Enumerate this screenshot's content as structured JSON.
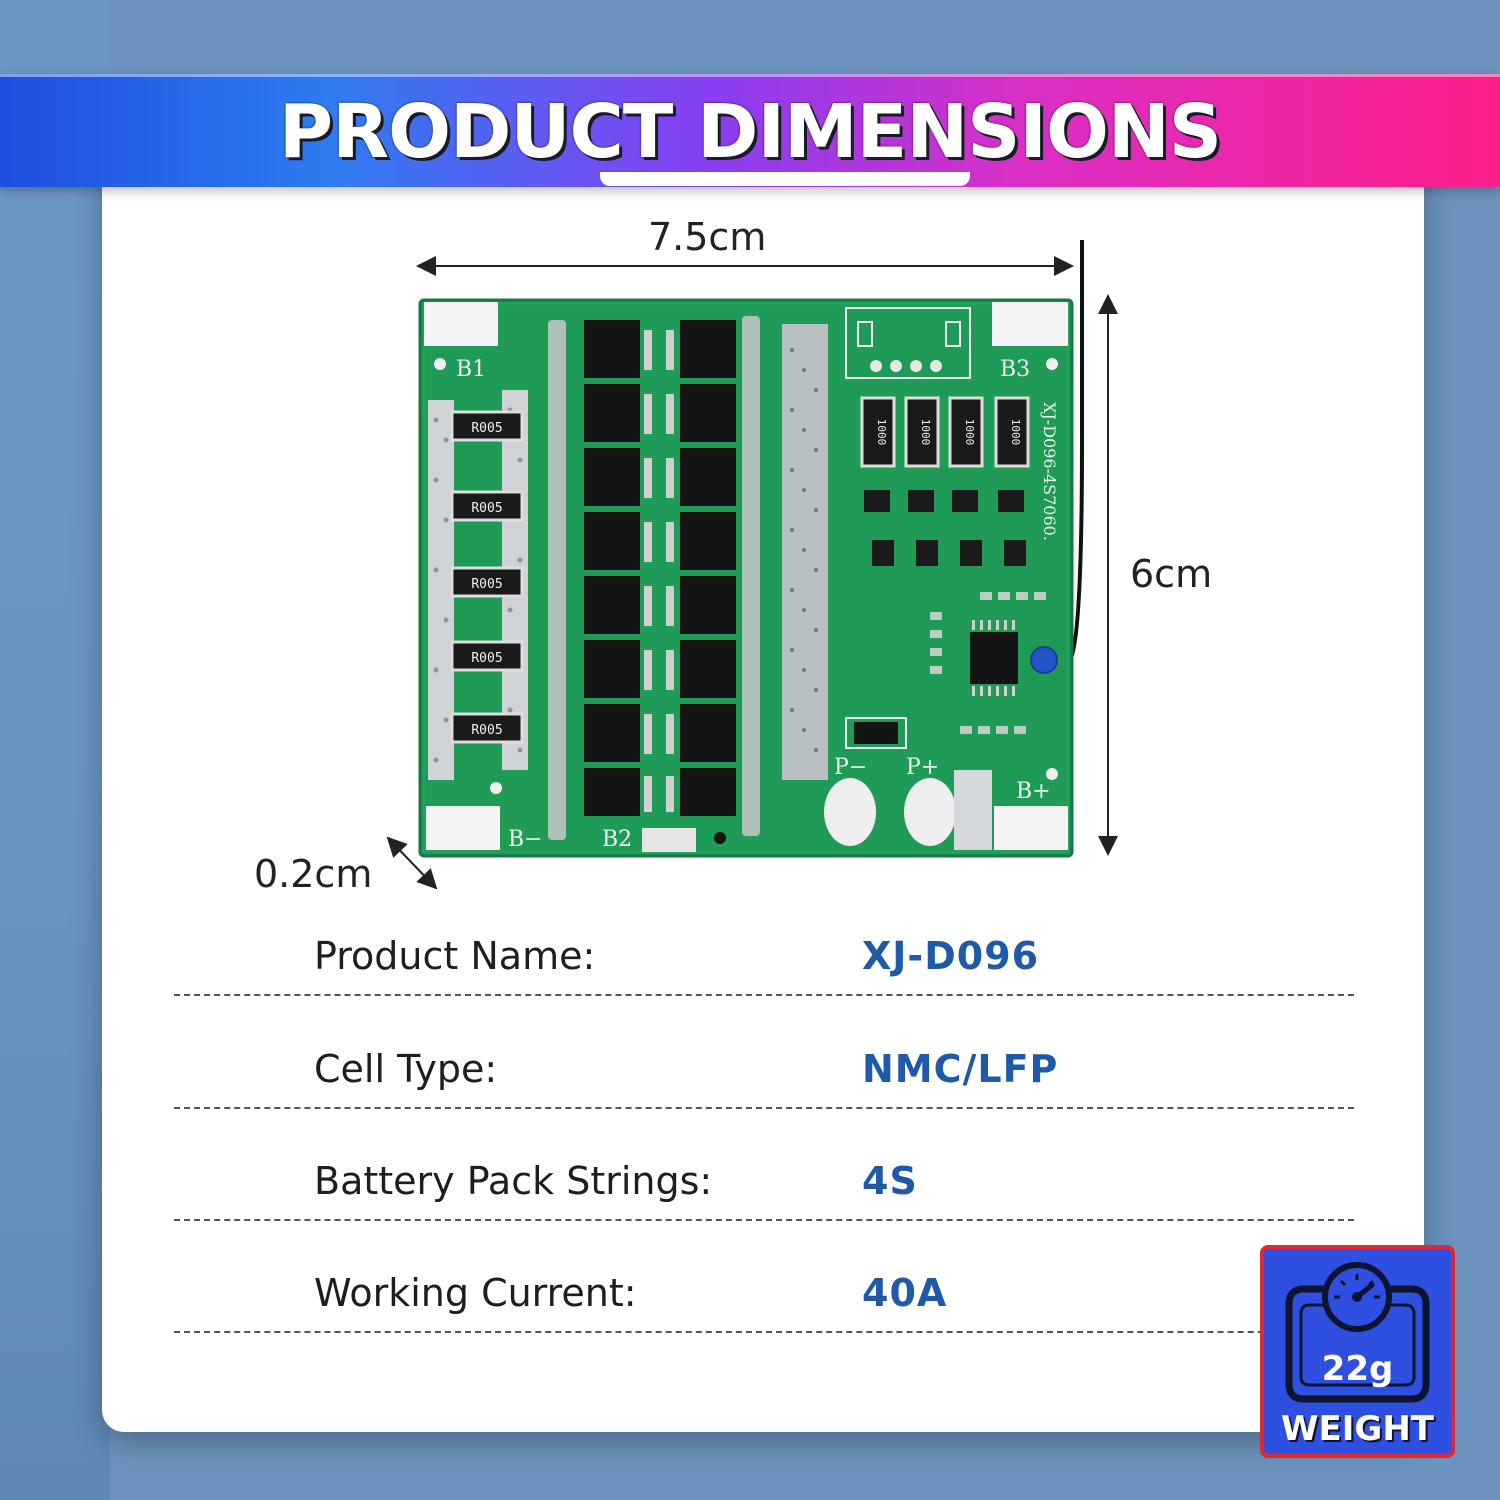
{
  "banner": {
    "title": "PRODUCT DIMENSIONS"
  },
  "dimensions": {
    "width": "7.5cm",
    "height": "6cm",
    "thickness": "0.2cm"
  },
  "board": {
    "label_b1": "B1",
    "label_b2": "B2",
    "label_b3": "B3",
    "label_bminus": "B−",
    "label_bplus": "B+",
    "label_pminus": "P−",
    "label_pplus": "P+",
    "resistor_label": "R005",
    "balance_resistor_label": "1000",
    "model_marking": "XJ-D096-4S7060."
  },
  "specs": [
    {
      "label": "Product Name:",
      "value": "XJ-D096"
    },
    {
      "label": "Cell Type:",
      "value": "NMC/LFP"
    },
    {
      "label": "Battery Pack Strings:",
      "value": "4S"
    },
    {
      "label": "Working Current:",
      "value": "40A"
    }
  ],
  "weight": {
    "value": "22g",
    "label": "WEIGHT",
    "icon": "scale-gauge-icon"
  },
  "colors": {
    "banner_start": "#1d4fe0",
    "banner_end": "#ff1f8a",
    "value_text": "#1f5aa8",
    "pcb": "#1f9a57",
    "badge_bg": "#2f4fe0",
    "badge_border": "#e0262e"
  }
}
